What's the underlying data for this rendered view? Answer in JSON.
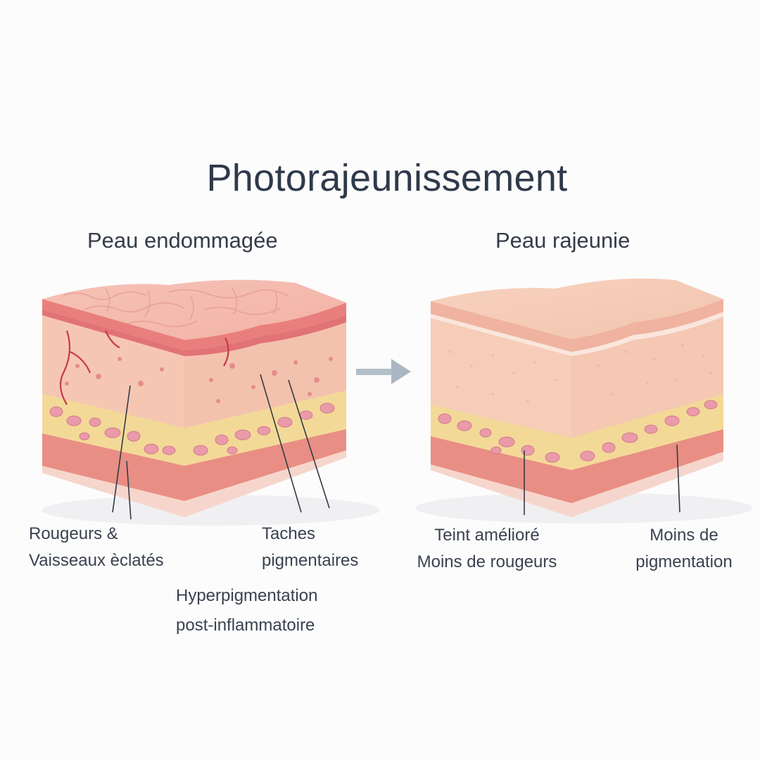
{
  "title": "Photorajeunissement",
  "panels": {
    "before": {
      "heading": "Peau endommagée",
      "labels": {
        "redness_line1": "Rougeurs &",
        "redness_line2": "Vaisseaux èclatés",
        "spots_line1": "Taches",
        "spots_line2": "pigmentaires",
        "hyper_line1": "Hyperpigmentation",
        "hyper_line2": "post-inflammatoire"
      }
    },
    "after": {
      "heading": "Peau rajeunie",
      "labels": {
        "tone_line1": "Teint amélioré",
        "tone_line2": "Moins de rougeurs",
        "pig_line1": "Moins de",
        "pig_line2": "pigmentation"
      }
    }
  },
  "colors": {
    "epidermis_before": "#f0a9a0",
    "epidermis_after": "#f4c2ad",
    "dermis": "#f6c9b4",
    "fat": "#f3d998",
    "fat_cell": "#e9909e",
    "muscle": "#e98e84",
    "arrow": "#aab7c2",
    "vessel": "#c9384a"
  }
}
